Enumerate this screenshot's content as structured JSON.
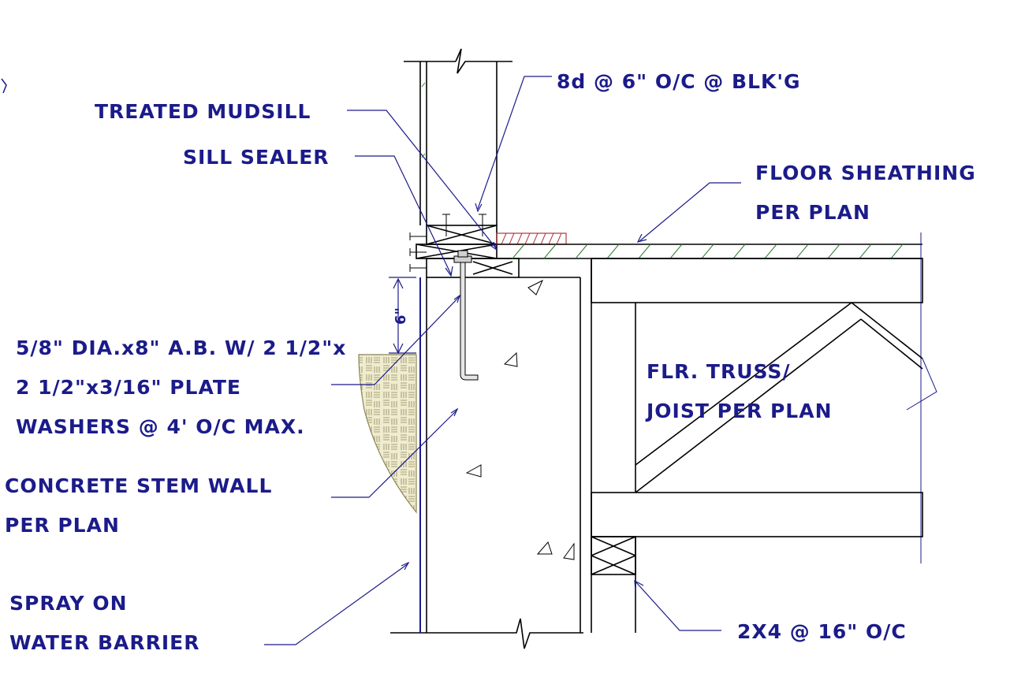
{
  "labels": {
    "nailing": "8d @ 6\" O/C @ BLK'G",
    "mudsill": "TREATED MUDSILL",
    "sill_sealer": "SILL SEALER",
    "sheathing_line1": "FLOOR SHEATHING",
    "sheathing_line2": "PER PLAN",
    "anchor_line1": "5/8\" DIA.x8\" A.B. W/ 2 1/2\"x",
    "anchor_line2": "2 1/2\"x3/16\" PLATE",
    "anchor_line3": "WASHERS @ 4' O/C MAX.",
    "truss_line1": "FLR. TRUSS/",
    "truss_line2": "JOIST PER PLAN",
    "stem_line1": "CONCRETE STEM WALL",
    "stem_line2": "PER PLAN",
    "barrier_line1": "SPRAY ON",
    "barrier_line2": "WATER BARRIER",
    "blocking": "2X4 @ 16\" O/C",
    "dimension": "6\""
  },
  "colors": {
    "annotation": "#1b1b8a",
    "linework": "#000000",
    "sheathing_hatch": "#2e7d32",
    "sealer_hatch": "#b23a3a",
    "soil": "#d9d4a6"
  }
}
